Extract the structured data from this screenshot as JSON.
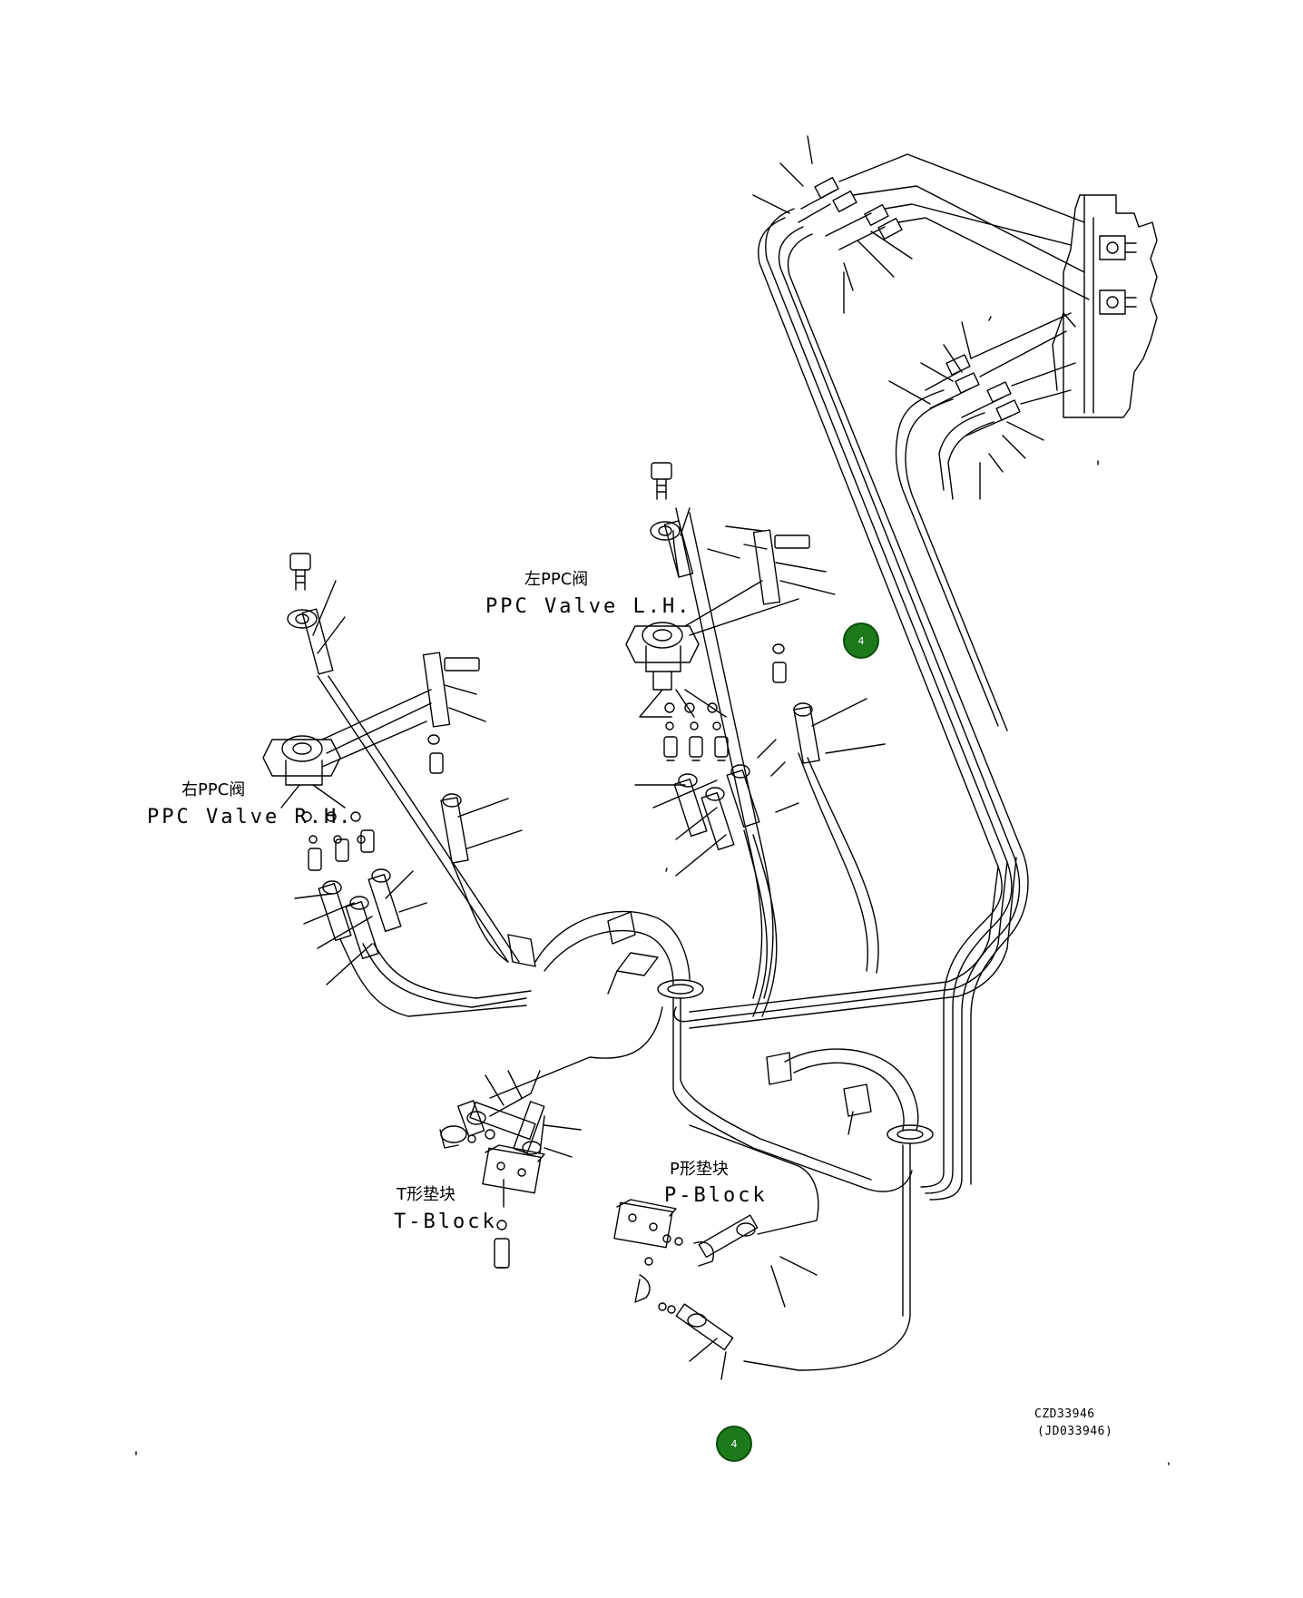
{
  "labels": {
    "ppc_left_cn": "左PPC阀",
    "ppc_left_en": "PPC Valve L.H.",
    "ppc_right_cn": "右PPC阀",
    "ppc_right_en": "PPC Valve R.H.",
    "t_block_cn": "T形垫块",
    "t_block_en": "T-Block",
    "p_block_cn": "P形垫块",
    "p_block_en": "P-Block",
    "drawing_code": "CZD33946",
    "drawing_code_alt": "(JD033946)"
  },
  "callouts": [
    {
      "number": "4"
    },
    {
      "number": "4"
    }
  ],
  "colors": {
    "line": "#000000",
    "callout_fill": "#1c7a1c",
    "callout_text": "#ffffff",
    "background": "#ffffff"
  }
}
